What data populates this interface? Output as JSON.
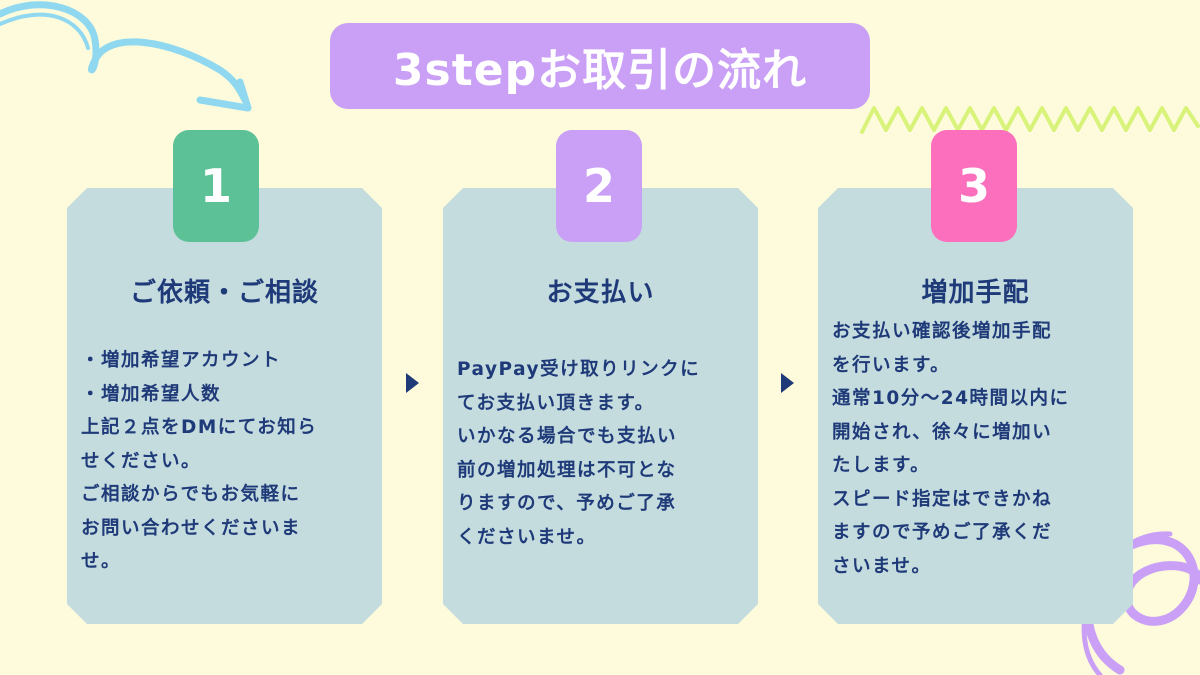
{
  "title": "3stepお取引の流れ",
  "colors": {
    "background": "#fdfbdc",
    "title_pill": "#c9a0f6",
    "card": "#c5dcdf",
    "text": "#1f3a78",
    "badge_1": "#5dc197",
    "badge_2": "#c9a0f6",
    "badge_3": "#fb6fbd",
    "squiggle": "#d9f37a",
    "arrow_deco": "#8fd8f0"
  },
  "steps": [
    {
      "number": "1",
      "heading": "ご依頼・ご相談",
      "body": "・増加希望アカウント\n・増加希望人数\n上記２点をDMにてお知ら\nせください。\nご相談からでもお気軽に\nお問い合わせくださいま\nせ。"
    },
    {
      "number": "2",
      "heading": "お支払い",
      "body": "PayPay受け取りリンクに\nてお支払い頂きます。\nいかなる場合でも支払い\n前の増加処理は不可とな\nりますので、予めご了承\nくださいませ。"
    },
    {
      "number": "3",
      "heading": "増加手配",
      "body": "お支払い確認後増加手配\nを行います。\n通常10分～24時間以内に\n開始され、徐々に増加い\nたします。\nスピード指定はできかね\nますので予めご了承くだ\nさいませ。"
    }
  ],
  "icons": {
    "curved_arrow": "curved-arrow-icon",
    "squiggle": "zigzag-line-icon",
    "swirl": "swirl-circle-icon",
    "next_arrow": "triangle-right-icon"
  }
}
